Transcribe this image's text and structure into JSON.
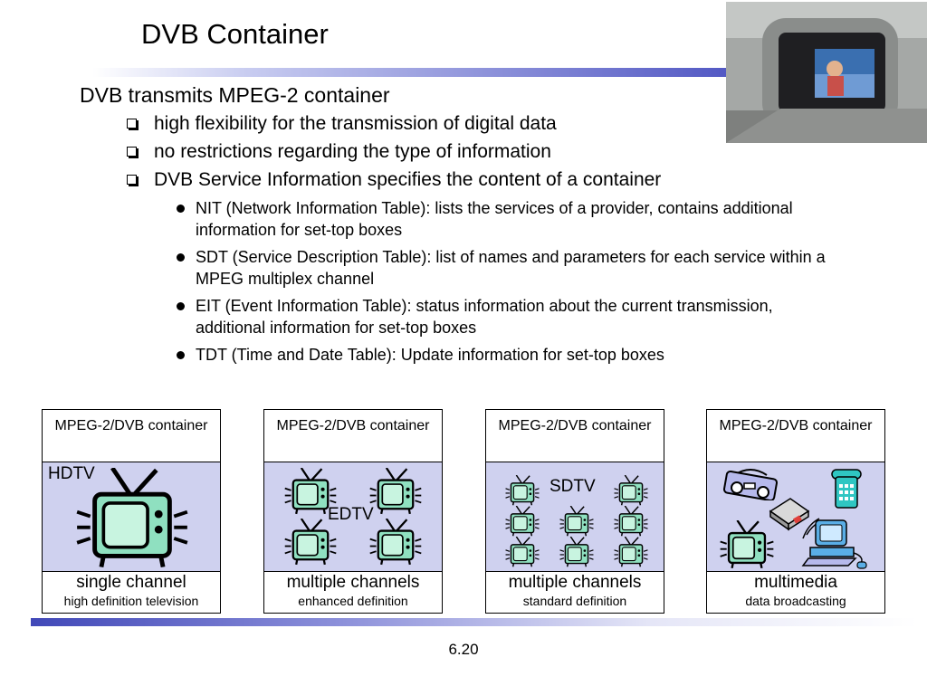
{
  "slide": {
    "title": "DVB Container",
    "page_number": "6.20"
  },
  "bullets": {
    "main": "DVB transmits MPEG-2 container",
    "sub": [
      "high flexibility for the transmission of digital data",
      "no restrictions regarding the type of information",
      "DVB Service Information specifies the content of a container"
    ],
    "tables": [
      "NIT (Network Information Table): lists the services of a provider, contains additional information for set-top boxes",
      "SDT (Service Description Table): list of names and parameters for each service within a MPEG multiplex channel",
      "EIT (Event Information Table): status information about the current transmission, additional information for set-top boxes",
      "TDT (Time and Date Table): Update information for set-top boxes"
    ]
  },
  "containers": [
    {
      "header": "MPEG-2/DVB container",
      "label": "HDTV",
      "title": "single channel",
      "subtitle": "high definition television"
    },
    {
      "header": "MPEG-2/DVB container",
      "label": "EDTV",
      "title": "multiple channels",
      "subtitle": "enhanced definition"
    },
    {
      "header": "MPEG-2/DVB container",
      "label": "SDTV",
      "title": "multiple channels",
      "subtitle": "standard definition"
    },
    {
      "header": "MPEG-2/DVB container",
      "label": "",
      "title": "multimedia",
      "subtitle": "data broadcasting"
    }
  ],
  "colors": {
    "container_fill": "#cfd1ef",
    "tv_screen": "#8fe0c0",
    "accent": "#4148b8"
  }
}
